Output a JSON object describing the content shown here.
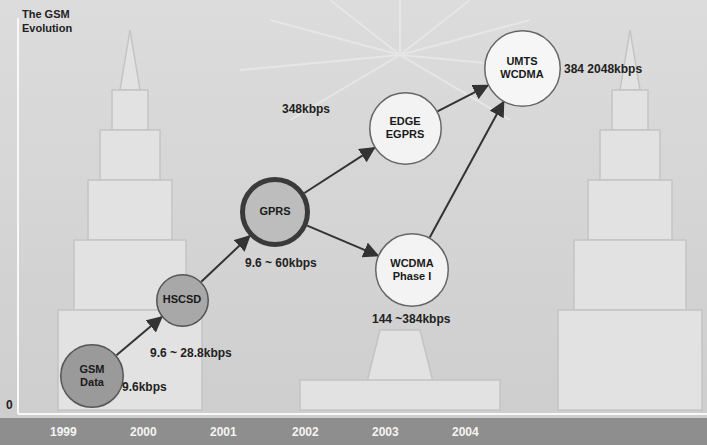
{
  "diagram": {
    "title": "The GSM Evolution",
    "nodes": [
      {
        "text": [
          "GSM Data"
        ]
      },
      {
        "text": [
          "HSCSD"
        ]
      },
      {
        "text": [
          "GPRS"
        ]
      },
      {
        "text": [
          "EDGE EGPRS"
        ]
      },
      {
        "text": [
          "UMTS WCDMA"
        ]
      },
      {
        "text": [
          "WCDMA Phase I"
        ]
      }
    ],
    "edges": [
      {
        "from": 0,
        "to": 1,
        "arrow": "to"
      },
      {
        "from": 1,
        "to": 2,
        "arrow": "to"
      },
      {
        "from": 2,
        "to": 3,
        "arrow": "to"
      },
      {
        "from": 2,
        "to": 5,
        "arrow": "to"
      },
      {
        "from": 3,
        "to": 4,
        "arrow": "to"
      },
      {
        "from": 5,
        "to": 4,
        "arrow": "to"
      }
    ],
    "labels": [
      "9.6kbps",
      "9.6 ~ 28.8kbps",
      "9.6 ~ 60kbps",
      "348kbps",
      "144 ~384kbps",
      "384 2048kbps",
      "0",
      "1999",
      "2000",
      "2001",
      "2002",
      "2003",
      "2004"
    ]
  }
}
